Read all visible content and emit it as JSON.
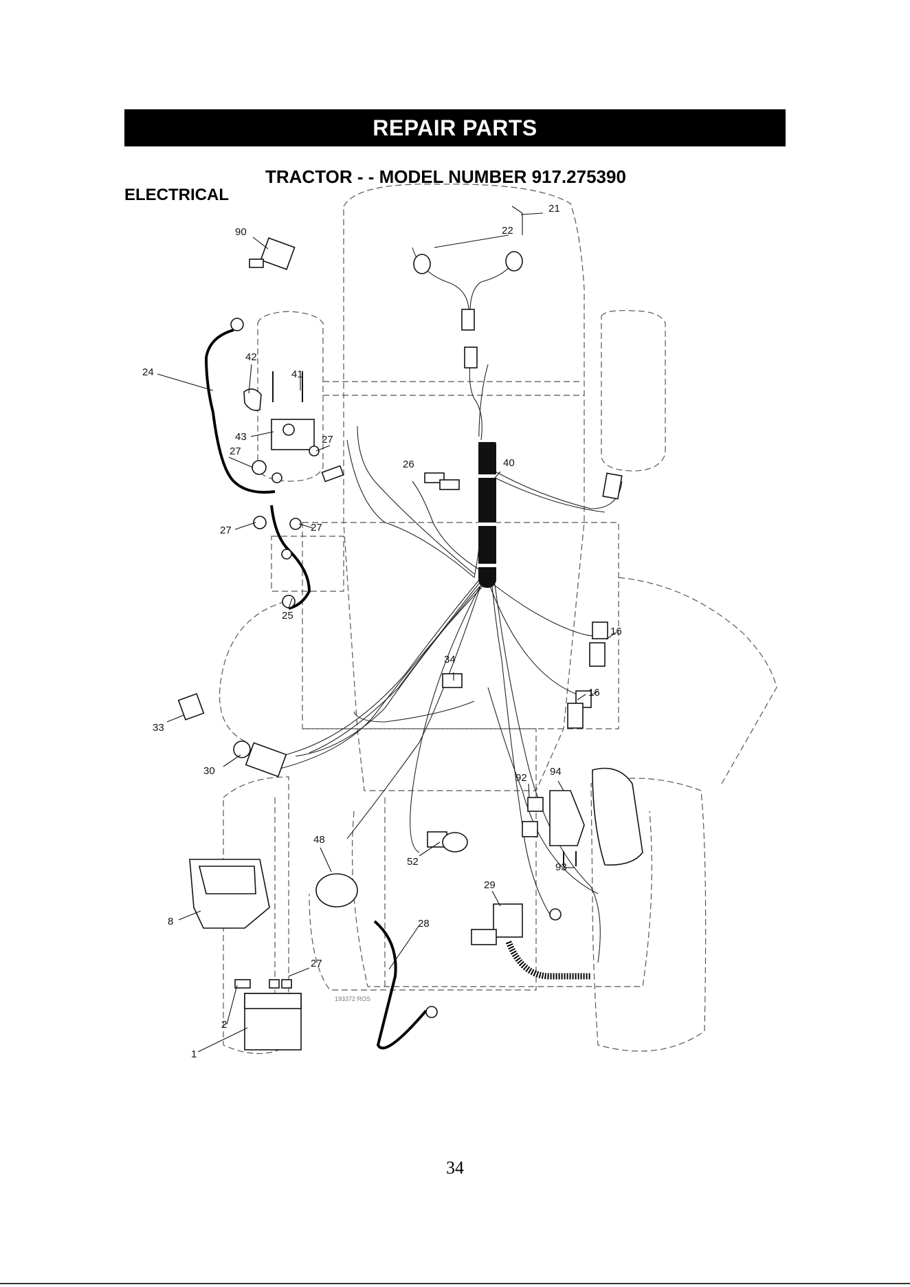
{
  "header": {
    "banner": "REPAIR PARTS",
    "model_title": "TRACTOR - - MODEL NUMBER  917.275390",
    "section": "ELECTRICAL"
  },
  "callouts": {
    "c90": "90",
    "c22": "22",
    "c21": "21",
    "c24": "24",
    "c42": "42",
    "c41": "41",
    "c43": "43",
    "c27a": "27",
    "c27b": "27",
    "c27c": "27",
    "c27d": "27",
    "c27e": "27",
    "c26": "26",
    "c40": "40",
    "c25": "25",
    "c16a": "16",
    "c16b": "16",
    "c34": "34",
    "c33": "33",
    "c30": "30",
    "c92": "92",
    "c94": "94",
    "c93": "93",
    "c48": "48",
    "c52": "52",
    "c29": "29",
    "c28": "28",
    "c8": "8",
    "c2": "2",
    "c1": "1"
  },
  "drawing_code": "193372 ROS",
  "page_number": "34"
}
